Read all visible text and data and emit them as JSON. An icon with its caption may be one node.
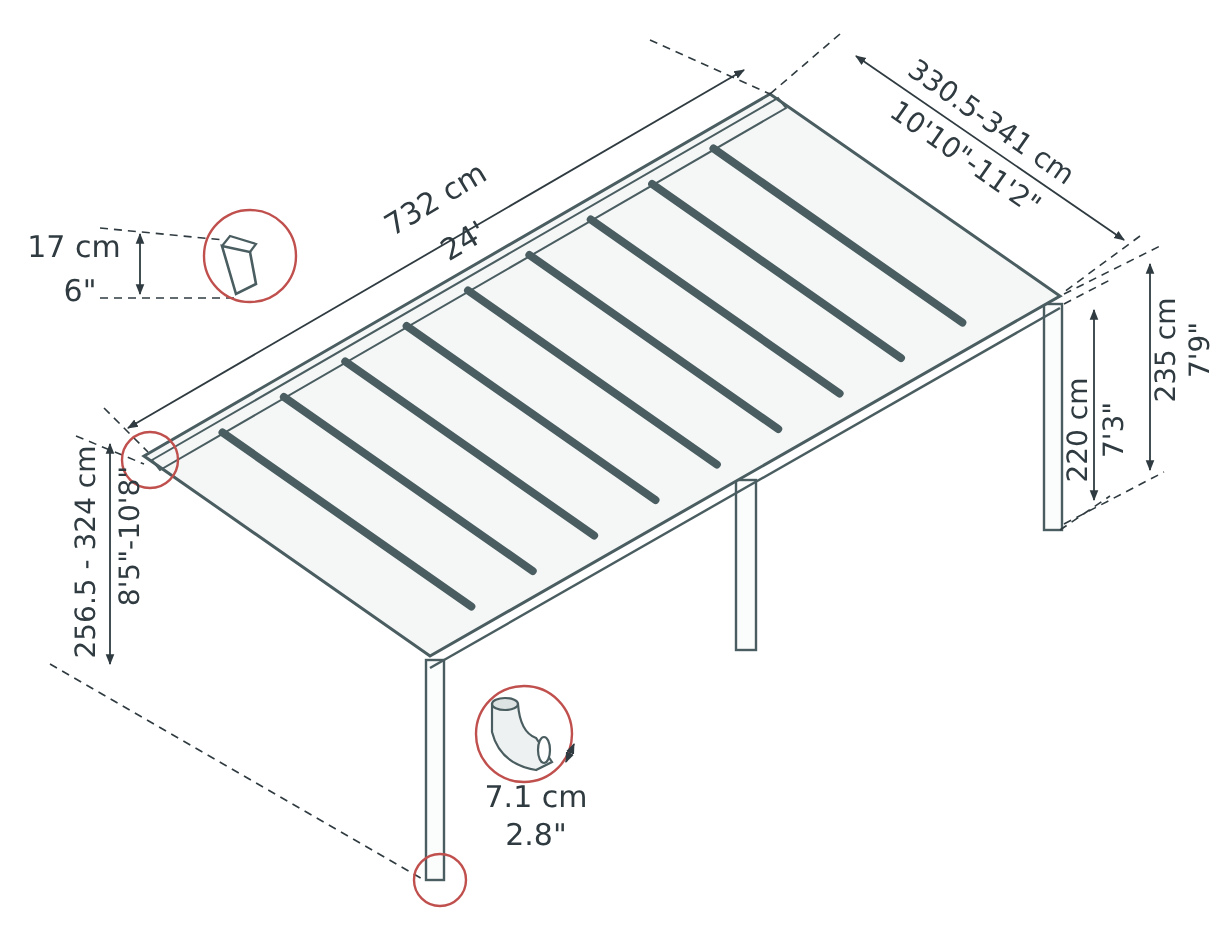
{
  "diagram": {
    "labels": [
      "17 cm",
      "6\"",
      "732 cm",
      "24'",
      "330.5-341 cm",
      "10'10\"-11'2\"",
      "256.5 - 324 cm",
      "8'5\"-10'8\"",
      "235 cm",
      "7'9\"",
      "220 cm",
      "7'3\"",
      "7.1 cm",
      "2.8\""
    ]
  }
}
